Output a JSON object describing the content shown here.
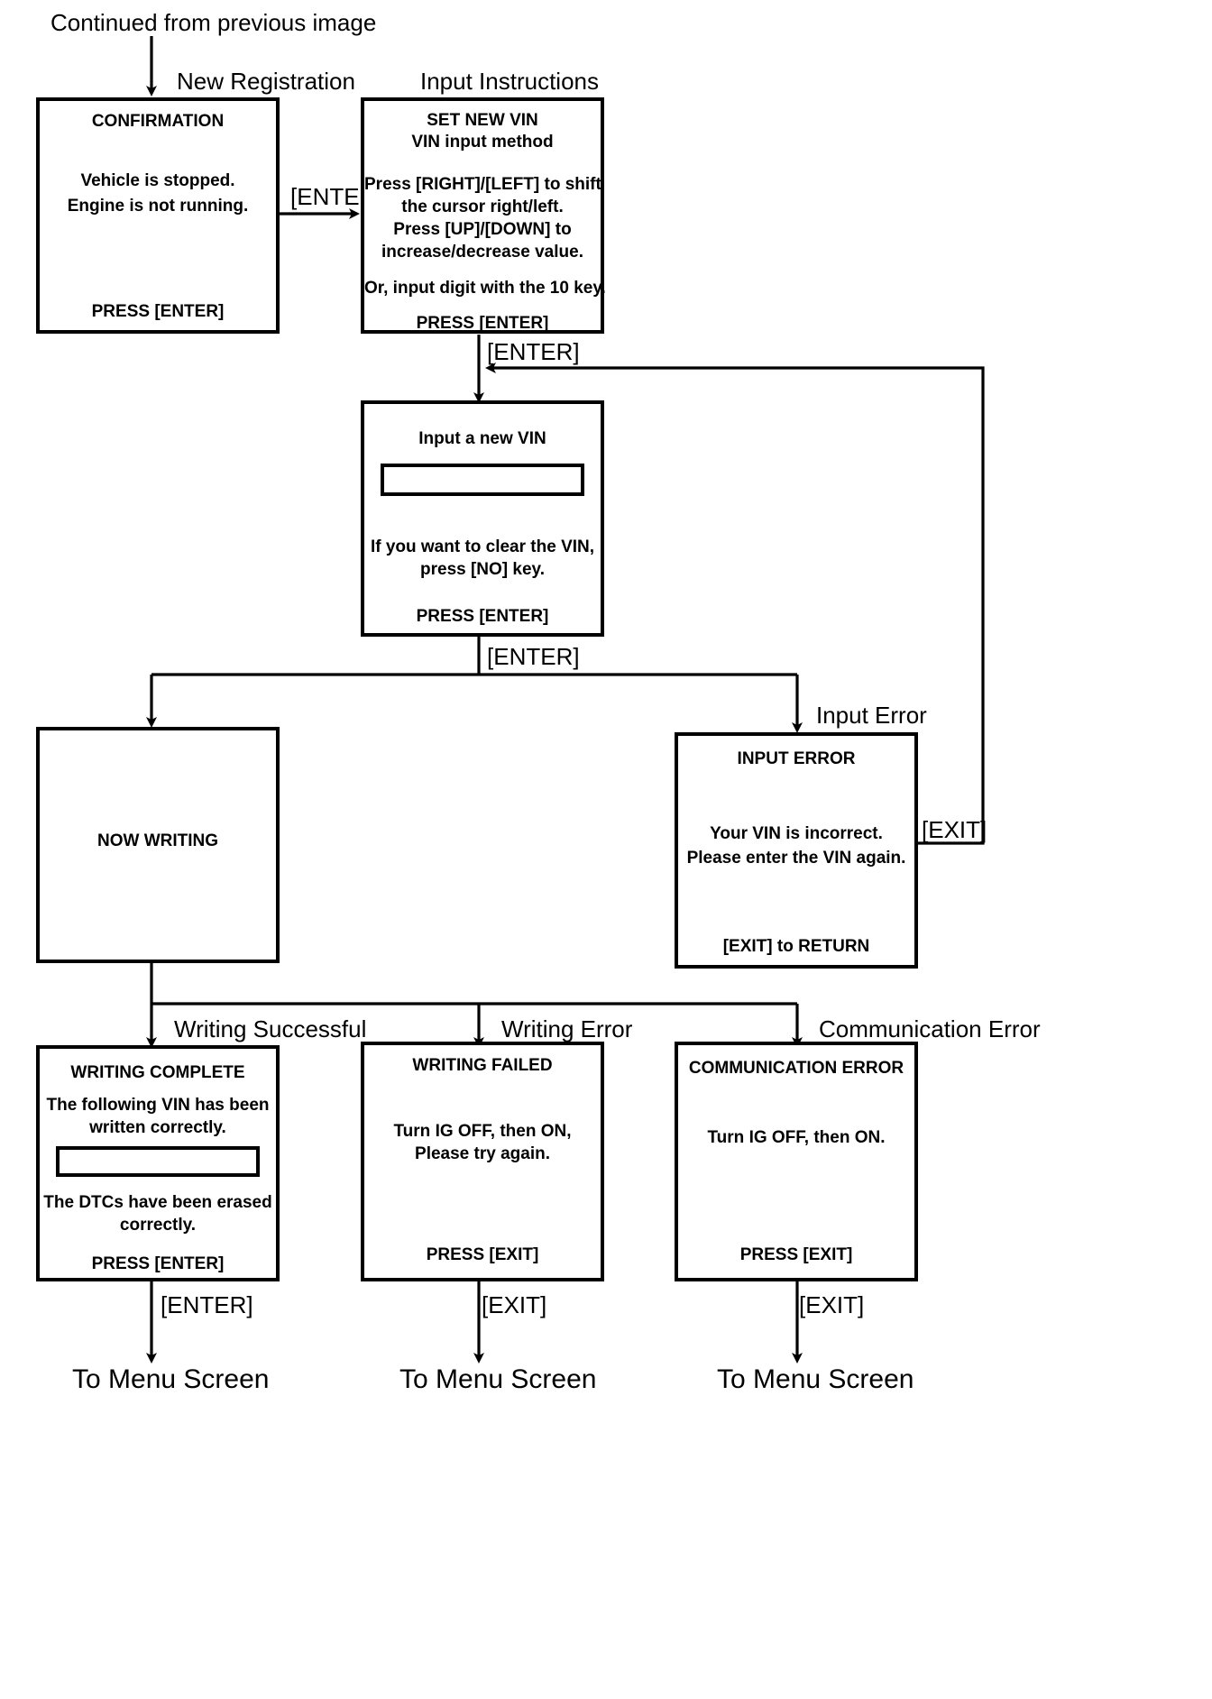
{
  "diagram": {
    "title_note": "Continued from previous image",
    "edge_labels": {
      "new_registration": "New Registration",
      "input_instructions": "Input Instructions",
      "enter_1": "[ENTER]",
      "enter_2": "[ENTER]",
      "enter_3": "[ENTER]",
      "input_error": "Input Error",
      "exit_loop": "[EXIT]",
      "writing_successful": "Writing Successful",
      "writing_error": "Writing Error",
      "communication_error": "Communication Error",
      "enter_menu": "[ENTER]",
      "exit_menu_1": "[EXIT]",
      "exit_menu_2": "[EXIT]"
    },
    "terminals": {
      "menu_1": "To Menu Screen",
      "menu_2": "To Menu Screen",
      "menu_3": "To Menu Screen"
    },
    "screens": {
      "confirmation": {
        "name": "CONFIRMATION",
        "lines": [
          "CONFIRMATION",
          "",
          "",
          "Vehicle is stopped.",
          "Engine is not running.",
          "",
          "",
          "",
          "PRESS [ENTER]"
        ]
      },
      "set_new_vin": {
        "name": "SET NEW VIN",
        "lines": [
          "SET NEW VIN",
          "VIN input method",
          "",
          "Press [RIGHT]/[LEFT] to shift",
          "the cursor right/left.",
          "Press [UP]/[DOWN] to",
          "increase/decrease value.",
          "",
          "Or, input digit with the 10 key.",
          "",
          "PRESS [ENTER]"
        ]
      },
      "input_new_vin": {
        "name": "Input a new VIN",
        "heading": "Input a new VIN",
        "field_value": "",
        "lines_after": [
          "If you want to clear the VIN,",
          "press [NO] key.",
          "",
          "PRESS [ENTER]"
        ]
      },
      "now_writing": {
        "name": "NOW WRITING",
        "lines": [
          "NOW WRITING"
        ]
      },
      "input_error": {
        "name": "INPUT ERROR",
        "lines": [
          "INPUT ERROR",
          "",
          "",
          "Your VIN is incorrect.",
          "Please enter the VIN again.",
          "",
          "",
          "",
          "[EXIT] to RETURN"
        ]
      },
      "writing_complete": {
        "name": "WRITING COMPLETE",
        "heading": "WRITING COMPLETE",
        "lines_before": [
          "The following VIN has been",
          "written correctly."
        ],
        "field_value": "",
        "lines_after": [
          "The DTCs have been erased",
          "correctly.",
          "",
          "PRESS [ENTER]"
        ]
      },
      "writing_failed": {
        "name": "WRITING FAILED",
        "lines": [
          "WRITING FAILED",
          "",
          "",
          "Turn IG OFF, then ON,",
          "Please try again.",
          "",
          "",
          "",
          "PRESS [EXIT]"
        ]
      },
      "communication_error": {
        "name": "COMMUNICATION ERROR",
        "lines": [
          "COMMUNICATION ERROR",
          "",
          "",
          "Turn IG OFF, then ON.",
          "",
          "",
          "",
          "",
          "PRESS [EXIT]"
        ]
      }
    },
    "colors": {
      "stroke": "#000000",
      "background": "#ffffff"
    }
  }
}
